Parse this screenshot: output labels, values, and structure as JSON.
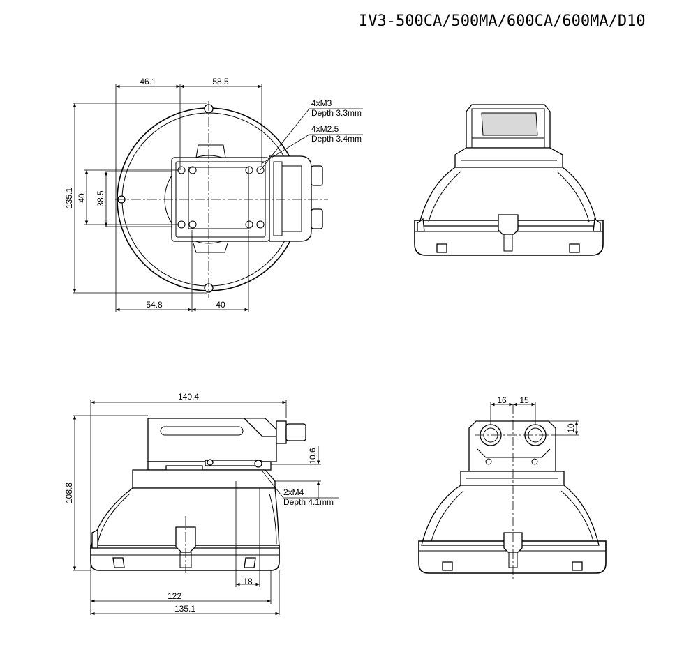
{
  "title": "IV3-500CA/500MA/600CA/600MA/D10",
  "top_view": {
    "dims": {
      "width_left": "46.1",
      "width_right": "58.5",
      "height_total": "135.1",
      "height_inner": "40",
      "height_body": "38.5",
      "bottom_left": "54.8",
      "bottom_right": "40"
    },
    "callouts": {
      "m3_label": "4xM3",
      "m3_depth": "Depth 3.3mm",
      "m25_label": "4xM2.5",
      "m25_depth": "Depth 3.4mm"
    }
  },
  "side_view": {
    "dims": {
      "top_width": "140.4",
      "height": "108.8",
      "mount_height": "10.6",
      "offset": "18",
      "width_inner": "122",
      "width_total": "135.1"
    },
    "callouts": {
      "m4_label": "2xM4",
      "m4_depth": "Depth 4.1mm"
    }
  },
  "rear_view": {
    "dims": {
      "conn_left": "16",
      "conn_right": "15",
      "conn_height": "10"
    }
  }
}
